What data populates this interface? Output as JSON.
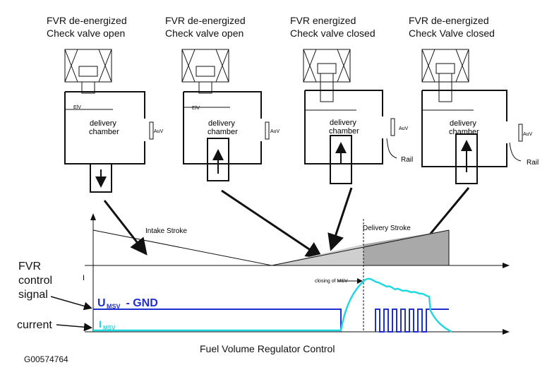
{
  "headers": [
    {
      "line1": "FVR de-energized",
      "line2": "Check valve open"
    },
    {
      "line1": "FVR de-energized",
      "line2": "Check valve open"
    },
    {
      "line1": "FVR energized",
      "line2": "Check valve closed"
    },
    {
      "line1": "FVR de-energized",
      "line2": "Check Valve closed"
    }
  ],
  "pump_labels": {
    "delivery": "delivery",
    "chamber": "chamber",
    "elv": "ElV",
    "auv": "AuV",
    "rail": "Rail"
  },
  "strokes": {
    "intake": "Intake Stroke",
    "delivery": "Delivery Stroke"
  },
  "signals": {
    "closing": "closing of MSV",
    "umsv_main": "U",
    "umsv_sub": "MSV",
    "umsv_rest": " - GND",
    "imsv_main": "I",
    "imsv_sub": "MSV",
    "axis_i": "I"
  },
  "side_labels": {
    "fvr_line1": "FVR",
    "fvr_line2": "control",
    "fvr_line3": "signal",
    "current": "current"
  },
  "title": "Fuel Volume Regulator Control",
  "figure_code": "G00574764",
  "colors": {
    "blue": "#1f2fd0",
    "cyan": "#22d8e0",
    "gray": "#bcbcbc",
    "dark_gray": "#a8a8a8"
  }
}
